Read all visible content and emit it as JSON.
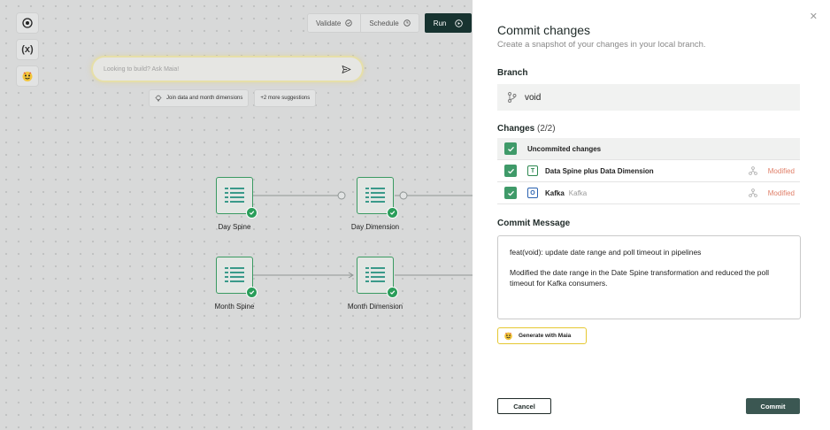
{
  "canvas": {
    "tools": [
      {
        "icon": "add-circle-icon",
        "glyph": "⊕"
      },
      {
        "icon": "variables-icon",
        "glyph": "(x)"
      },
      {
        "icon": "maia-icon",
        "glyph": "☺"
      }
    ],
    "toolbar": {
      "validate_label": "Validate",
      "schedule_label": "Schedule",
      "run_label": "Run"
    },
    "ask": {
      "placeholder": "Looking to build? Ask Maia!"
    },
    "suggestions": {
      "first": "Join data and month dimensions",
      "more": "+2 more suggestions"
    },
    "nodes": {
      "day_spine": "Day Spine",
      "day_dimension": "Day Dimension",
      "month_spine": "Month Spine",
      "month_dimension": "Month Dimension"
    }
  },
  "panel": {
    "close_glyph": "✕",
    "title": "Commit changes",
    "subtitle": "Create a snapshot of your changes in your local branch.",
    "branch_label": "Branch",
    "branch_name": "void",
    "changes_label": "Changes",
    "changes_count": "(2/2)",
    "uncommitted_label": "Uncommited changes",
    "changes": [
      {
        "badge": "T",
        "name": "Data Spine plus Data Dimension",
        "sub": "",
        "status": "Modified",
        "badge_color": "#2f8a52"
      },
      {
        "badge": "O",
        "name": "Kafka",
        "sub": "Kafka",
        "status": "Modified",
        "badge_color": "#2a62b0"
      }
    ],
    "commit_message_label": "Commit Message",
    "commit_message_line1": "feat(void): update date range and poll timeout in pipelines",
    "commit_message_line2": "Modified the date range in the Date Spine transformation and reduced the poll timeout for Kafka consumers.",
    "generate_label": "Generate with Maia",
    "cancel_label": "Cancel",
    "commit_label": "Commit"
  },
  "colors": {
    "accent": "#3f9a69",
    "dark": "#173330",
    "modified": "#e0806a",
    "maia_yellow": "#e5c832"
  }
}
